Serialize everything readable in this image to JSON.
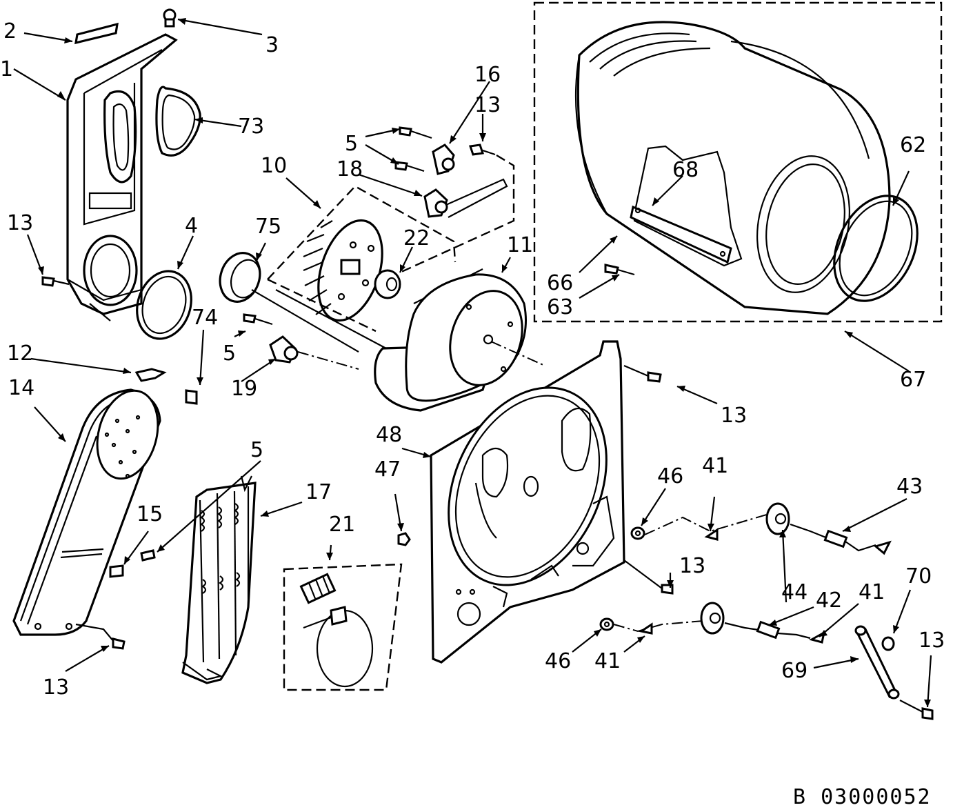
{
  "colors": {
    "ink": "#000000",
    "paper": "#ffffff"
  },
  "diagram_code": "B 03000052",
  "callouts": [
    {
      "id": "c-2",
      "text": "2"
    },
    {
      "id": "c-3",
      "text": "3"
    },
    {
      "id": "c-1",
      "text": "1"
    },
    {
      "id": "c-73",
      "text": "73"
    },
    {
      "id": "c-16",
      "text": "16"
    },
    {
      "id": "c-13a",
      "text": "13"
    },
    {
      "id": "c-5a",
      "text": "5"
    },
    {
      "id": "c-18",
      "text": "18"
    },
    {
      "id": "c-10",
      "text": "10"
    },
    {
      "id": "c-13b",
      "text": "13"
    },
    {
      "id": "c-4",
      "text": "4"
    },
    {
      "id": "c-75",
      "text": "75"
    },
    {
      "id": "c-22",
      "text": "22"
    },
    {
      "id": "c-11",
      "text": "11"
    },
    {
      "id": "c-74",
      "text": "74"
    },
    {
      "id": "c-5b",
      "text": "5"
    },
    {
      "id": "c-12",
      "text": "12"
    },
    {
      "id": "c-19",
      "text": "19"
    },
    {
      "id": "c-14",
      "text": "14"
    },
    {
      "id": "c-5c",
      "text": "5"
    },
    {
      "id": "c-17",
      "text": "17"
    },
    {
      "id": "c-15",
      "text": "15"
    },
    {
      "id": "c-21",
      "text": "21"
    },
    {
      "id": "c-13c",
      "text": "13"
    },
    {
      "id": "c-62",
      "text": "62"
    },
    {
      "id": "c-68",
      "text": "68"
    },
    {
      "id": "c-66",
      "text": "66"
    },
    {
      "id": "c-63",
      "text": "63"
    },
    {
      "id": "c-67",
      "text": "67"
    },
    {
      "id": "c-13d",
      "text": "13"
    },
    {
      "id": "c-48",
      "text": "48"
    },
    {
      "id": "c-47",
      "text": "47"
    },
    {
      "id": "c-46a",
      "text": "46"
    },
    {
      "id": "c-41a",
      "text": "41"
    },
    {
      "id": "c-43",
      "text": "43"
    },
    {
      "id": "c-13e",
      "text": "13"
    },
    {
      "id": "c-44",
      "text": "44"
    },
    {
      "id": "c-42",
      "text": "42"
    },
    {
      "id": "c-41b",
      "text": "41"
    },
    {
      "id": "c-70",
      "text": "70"
    },
    {
      "id": "c-46b",
      "text": "46"
    },
    {
      "id": "c-41c",
      "text": "41"
    },
    {
      "id": "c-69",
      "text": "69"
    },
    {
      "id": "c-13f",
      "text": "13"
    }
  ]
}
